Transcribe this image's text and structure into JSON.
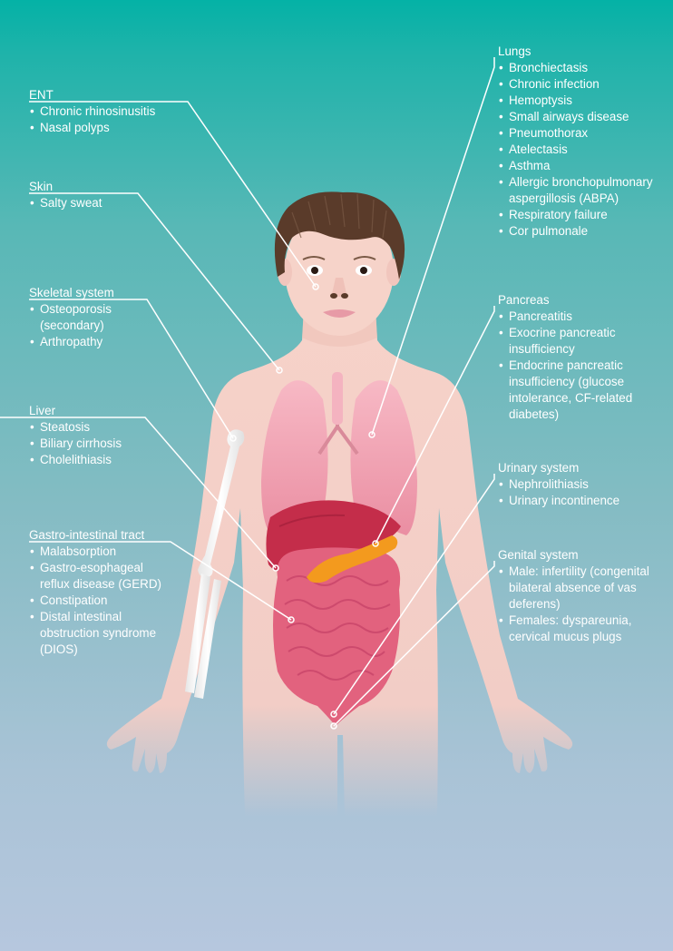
{
  "groups": {
    "ent": {
      "title": "ENT",
      "items": [
        "Chronic rhinosinusitis",
        "Nasal polyps"
      ]
    },
    "skin": {
      "title": "Skin",
      "items": [
        "Salty sweat"
      ]
    },
    "skeletal": {
      "title": "Skeletal system",
      "items": [
        "Osteoporosis (secondary)",
        "Arthropathy"
      ]
    },
    "liver": {
      "title": "Liver",
      "items": [
        "Steatosis",
        "Biliary cirrhosis",
        "Cholelithiasis"
      ]
    },
    "gi": {
      "title": "Gastro-intestinal tract",
      "items": [
        "Malabsorption",
        "Gastro-esophageal reflux disease (GERD)",
        "Constipation",
        "Distal intestinal obstruction syndrome (DIOS)"
      ]
    },
    "lungs": {
      "title": "Lungs",
      "items": [
        "Bronchiectasis",
        "Chronic infection",
        "Hemoptysis",
        "Small airways disease",
        "Pneumothorax",
        "Atelectasis",
        "Asthma",
        "Allergic bronchopulmonary aspergillosis (ABPA)",
        "Respiratory failure",
        "Cor pulmonale"
      ]
    },
    "pancreas": {
      "title": "Pancreas",
      "items": [
        "Pancreatitis",
        "Exocrine pancreatic insufficiency",
        "Endocrine pancreatic insufficiency (glucose intolerance, CF-related diabetes)"
      ]
    },
    "urinary": {
      "title": "Urinary system",
      "items": [
        "Nephrolithiasis",
        "Urinary incontinence"
      ]
    },
    "genital": {
      "title": "Genital system",
      "items": [
        "Male: infertility (congenital bilateral absence of vas deferens)",
        "Females: dyspareunia, cervical mucus plugs"
      ]
    }
  },
  "colors": {
    "background_top": "#04b2a6",
    "background_bottom": "#b6c7de",
    "skin": "#f5cfc6",
    "hair": "#5a3b2a",
    "lungs": "#f2a3b3",
    "liver": "#c42d4a",
    "pancreas": "#f39a1e",
    "intestine": "#e2627e",
    "bone": "#f4f4f4"
  }
}
